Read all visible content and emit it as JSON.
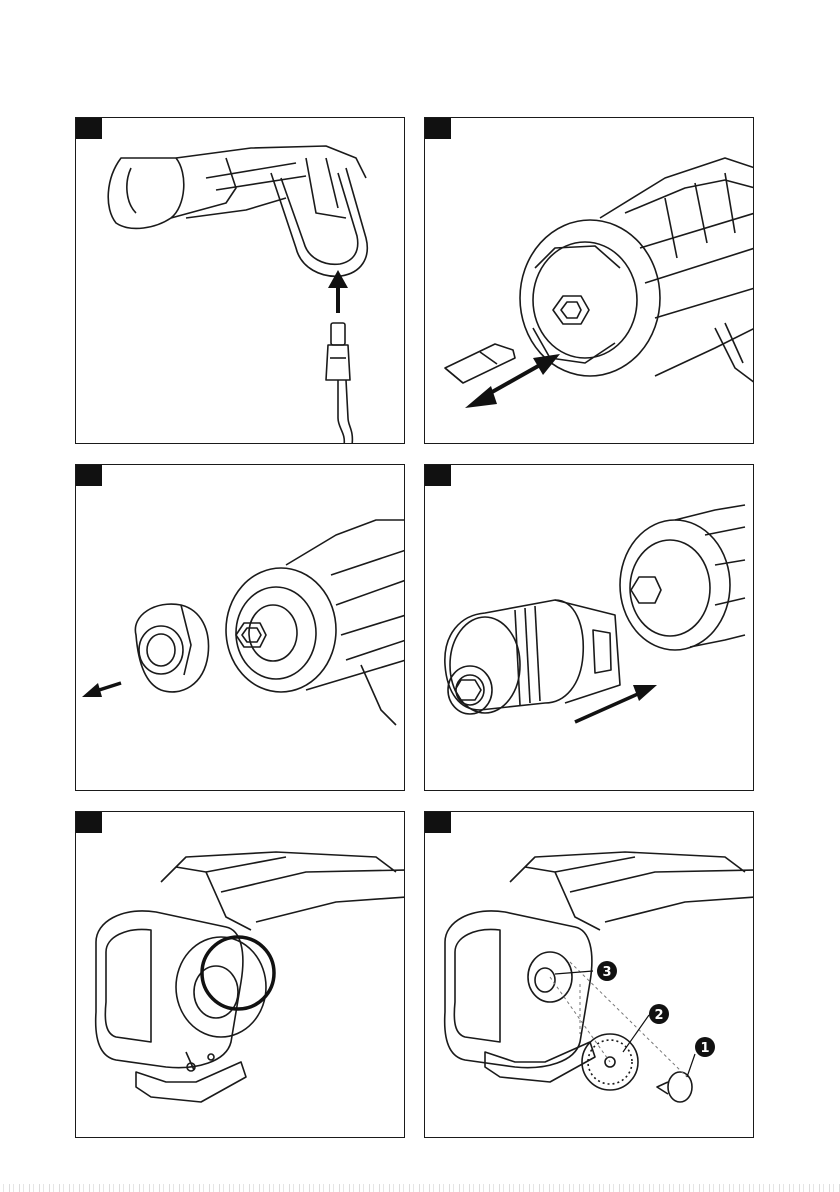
{
  "figures": [
    {
      "id": "fig-1",
      "subject": "charging-plug-insert"
    },
    {
      "id": "fig-2",
      "subject": "bit-insert-remove"
    },
    {
      "id": "fig-3",
      "subject": "front-cap-removal"
    },
    {
      "id": "fig-4",
      "subject": "attachment-mount"
    },
    {
      "id": "fig-5",
      "subject": "cutter-attachment-detail"
    },
    {
      "id": "fig-6",
      "subject": "blade-assembly"
    }
  ],
  "callouts": {
    "c1": "1",
    "c2": "2",
    "c3": "3"
  },
  "colors": {
    "line": "#1a1a1a",
    "tag": "#111111",
    "callout": "#111111"
  }
}
